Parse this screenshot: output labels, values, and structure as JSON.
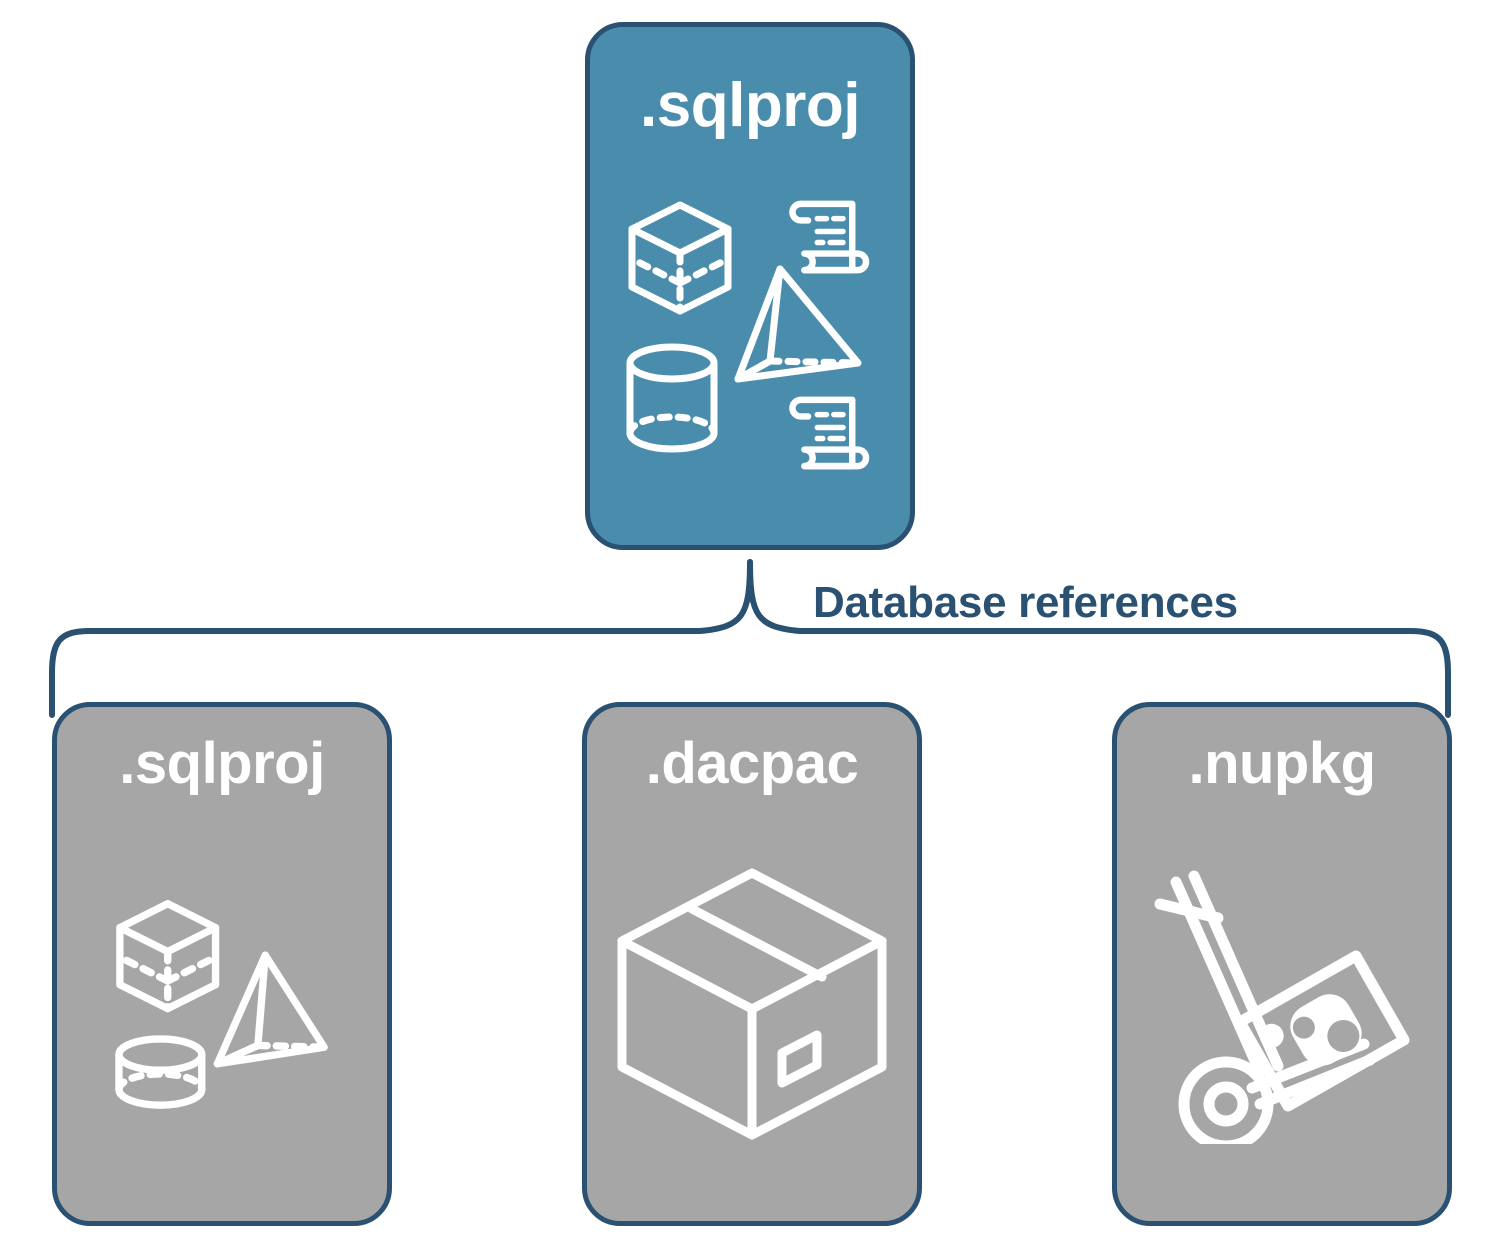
{
  "diagram": {
    "title_node": {
      "label": ".sqlproj",
      "fill_color": "#4a8cab",
      "border_color": "#2a5072",
      "icons": [
        "cube-icon",
        "pyramid-icon",
        "cylinder-icon",
        "scroll-icon",
        "scroll-icon"
      ]
    },
    "connector": {
      "label": "Database references",
      "label_color": "#2a5072",
      "style": "curly-brace"
    },
    "children": [
      {
        "label": ".sqlproj",
        "fill_color": "#a6a6a6",
        "border_color": "#2a5072",
        "icons": [
          "cube-icon",
          "pyramid-icon",
          "cylinder-icon"
        ]
      },
      {
        "label": ".dacpac",
        "fill_color": "#a6a6a6",
        "border_color": "#2a5072",
        "icons": [
          "package-box-icon"
        ]
      },
      {
        "label": ".nupkg",
        "fill_color": "#a6a6a6",
        "border_color": "#2a5072",
        "icons": [
          "hand-truck-nuget-icon"
        ]
      }
    ]
  }
}
